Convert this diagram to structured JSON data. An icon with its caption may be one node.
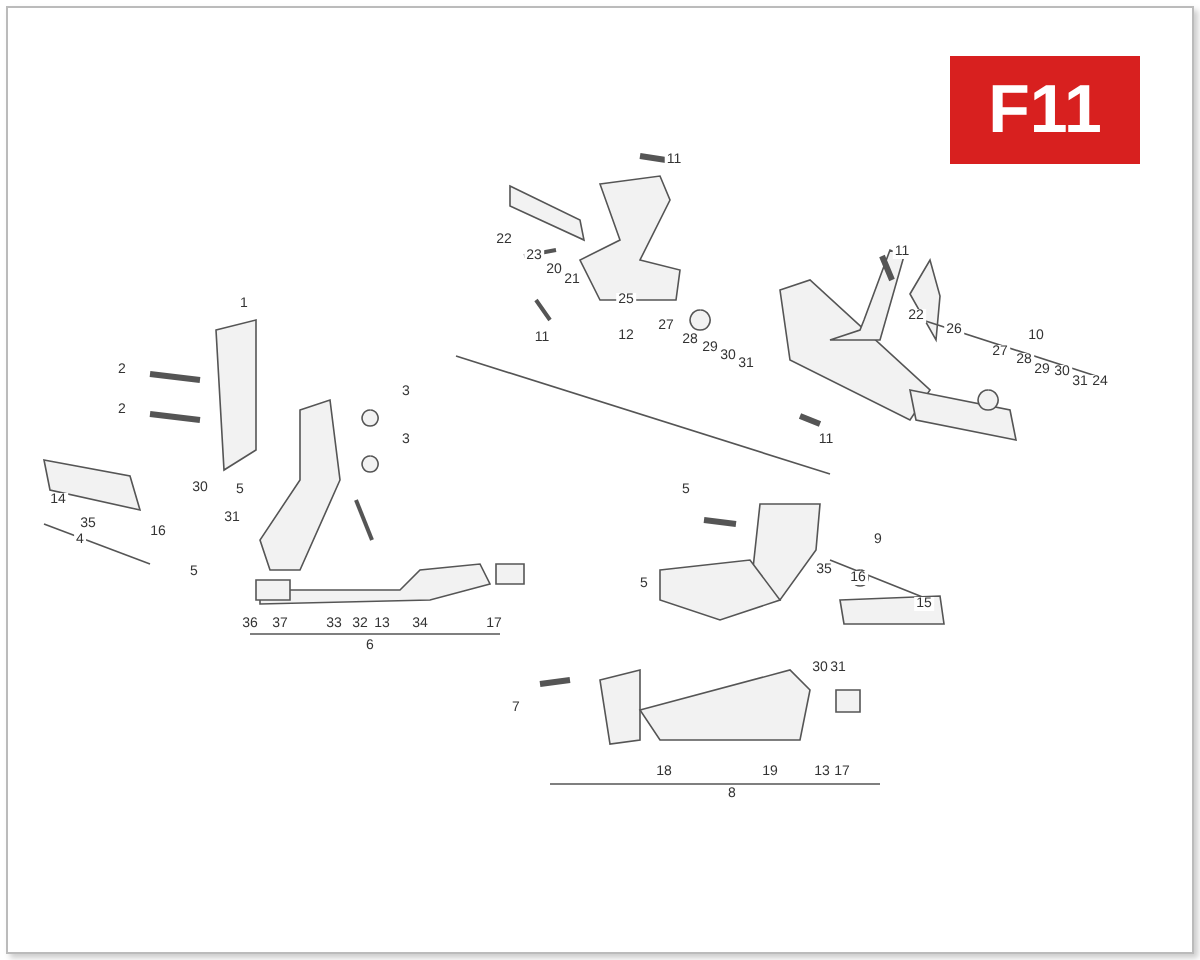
{
  "diagram": {
    "labels": [
      "F11",
      "11",
      "22",
      "23",
      "20",
      "21",
      "25",
      "12",
      "27",
      "28",
      "29",
      "30",
      "31",
      "11",
      "11",
      "22",
      "26",
      "10",
      "27",
      "28",
      "29",
      "30",
      "31",
      "24",
      "11",
      "1",
      "2",
      "2",
      "3",
      "3",
      "5",
      "14",
      "30",
      "31",
      "35",
      "16",
      "4",
      "5",
      "36",
      "37",
      "33",
      "32",
      "13",
      "34",
      "17",
      "6",
      "5",
      "9",
      "35",
      "16",
      "15",
      "5",
      "30",
      "31",
      "7",
      "18",
      "19",
      "13",
      "17",
      "8"
    ]
  }
}
